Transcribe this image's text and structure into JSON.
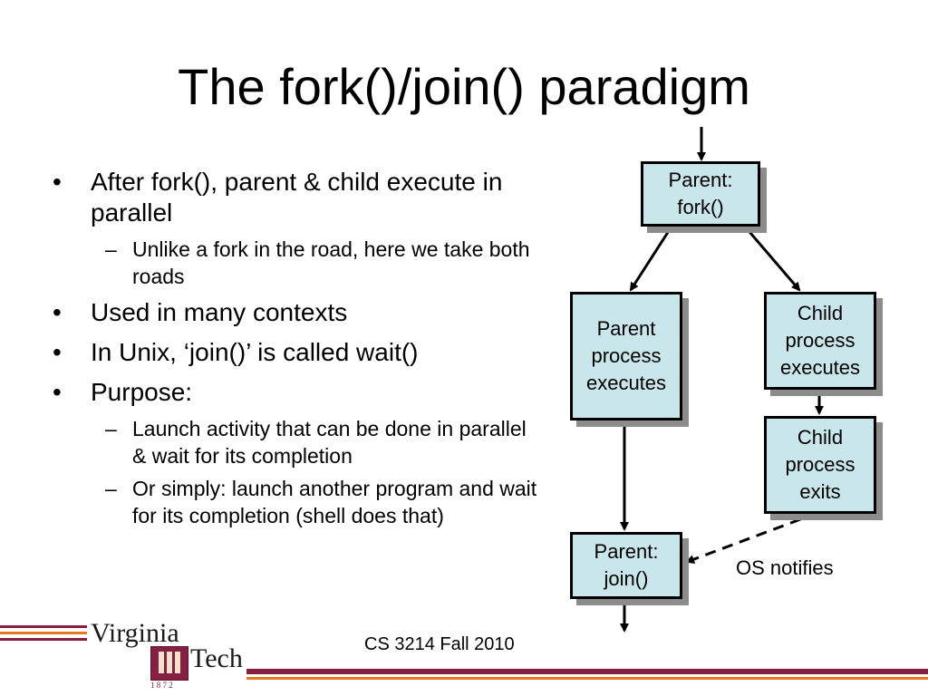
{
  "title": "The fork()/join() paradigm",
  "bullets": [
    {
      "text": "After fork(), parent & child execute in parallel",
      "subs": [
        "Unlike a fork in the road, here we take both roads"
      ]
    },
    {
      "text": "Used in many contexts",
      "subs": []
    },
    {
      "text": "In Unix, ‘join()’ is called wait()",
      "subs": []
    },
    {
      "text": "Purpose:",
      "subs": [
        "Launch activity that can be done in parallel & wait for its completion",
        "Or simply: launch another program and wait for its completion (shell does that)"
      ]
    }
  ],
  "diagram": {
    "parent_fork": [
      "Parent:",
      "fork()"
    ],
    "parent_exec": [
      "Parent",
      "process",
      "executes"
    ],
    "child_exec": [
      "Child",
      "process",
      "executes"
    ],
    "child_exit": [
      "Child",
      "process",
      "exits"
    ],
    "parent_join": [
      "Parent:",
      "join()"
    ],
    "os_label": "OS notifies"
  },
  "footer": "CS 3214 Fall 2010",
  "logo": {
    "line1": "Virginia",
    "line2": "Tech",
    "year": "1 8 7 2"
  },
  "colors": {
    "box_fill": "#c9e6ea",
    "shadow": "#8c8c8c",
    "maroon": "#861f41",
    "orange": "#e87722"
  }
}
